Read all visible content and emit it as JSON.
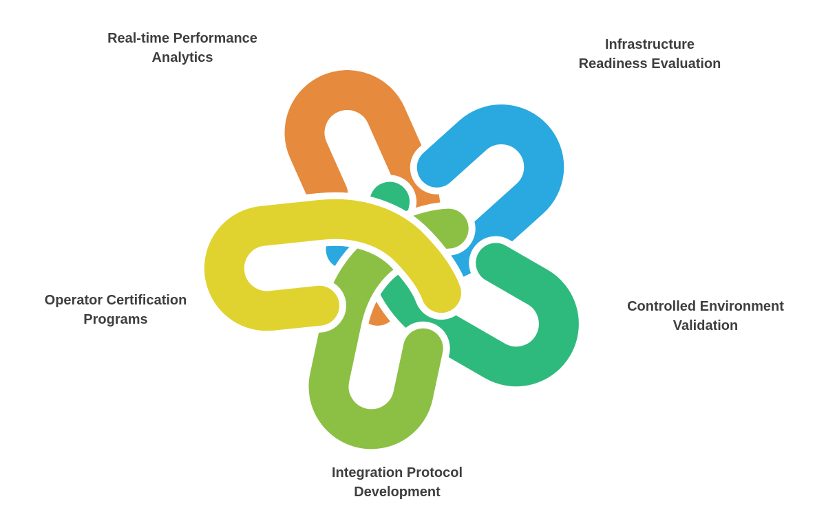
{
  "diagram": {
    "background_color": "#ffffff",
    "text_color": "#3e3e3e",
    "nodes": [
      {
        "id": "real-time-performance-analytics",
        "label": "Real-time Performance Analytics",
        "lines": [
          "Real-time Performance",
          "Analytics"
        ],
        "color": "#E68A3D",
        "position": "top-left"
      },
      {
        "id": "infrastructure-readiness-evaluation",
        "label": "Infrastructure Readiness Evaluation",
        "lines": [
          "Infrastructure",
          "Readiness Evaluation"
        ],
        "color": "#29A9DF",
        "position": "top-right"
      },
      {
        "id": "controlled-environment-validation",
        "label": "Controlled Environment Validation",
        "lines": [
          "Controlled Environment",
          "Validation"
        ],
        "color": "#2FBA7D",
        "position": "right"
      },
      {
        "id": "integration-protocol-development",
        "label": "Integration Protocol Development",
        "lines": [
          "Integration Protocol",
          "Development"
        ],
        "color": "#8CC044",
        "position": "bottom"
      },
      {
        "id": "operator-certification-programs",
        "label": "Operator Certification Programs",
        "lines": [
          "Operator Certification",
          "Programs"
        ],
        "color": "#E0D32F",
        "position": "left"
      }
    ]
  }
}
